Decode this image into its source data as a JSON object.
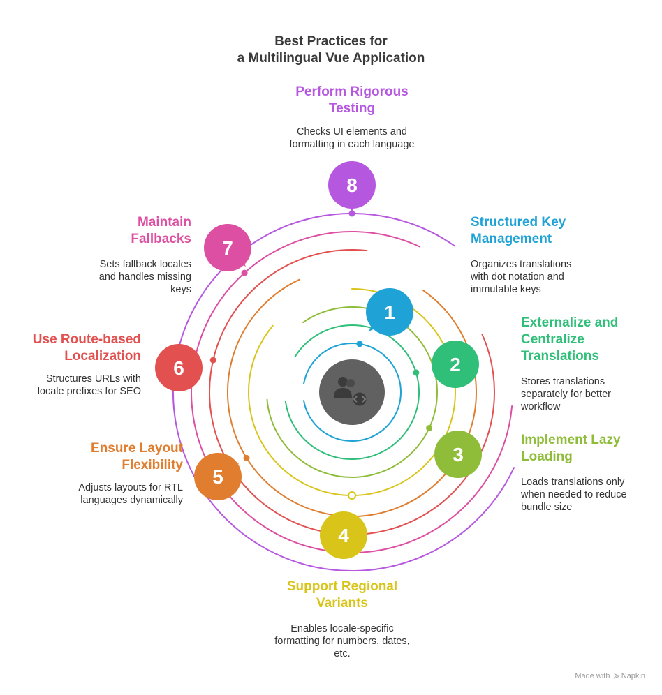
{
  "title": [
    "Best Practices for",
    "a Multilingual Vue Application"
  ],
  "footer": {
    "made_with": "Made with",
    "brand": "Napkin"
  },
  "center_icon": "users-code-icon",
  "items": [
    {
      "number": "1",
      "color": "#1fa3d6",
      "heading": [
        "Structured Key",
        "Management"
      ],
      "description": [
        "Organizes translations",
        "with dot notation and",
        "immutable keys"
      ]
    },
    {
      "number": "2",
      "color": "#2fbf79",
      "heading": [
        "Externalize and",
        "Centralize",
        "Translations"
      ],
      "description": [
        "Stores translations",
        "separately for better",
        "workflow"
      ]
    },
    {
      "number": "3",
      "color": "#8fbd3a",
      "heading": [
        "Implement Lazy",
        "Loading"
      ],
      "description": [
        "Loads translations only",
        "when needed to reduce",
        "bundle size"
      ]
    },
    {
      "number": "4",
      "color": "#d9c51a",
      "heading": [
        "Support Regional",
        "Variants"
      ],
      "description": [
        "Enables locale-specific",
        "formatting for numbers, dates,",
        "etc."
      ]
    },
    {
      "number": "5",
      "color": "#e07d2e",
      "heading": [
        "Ensure Layout",
        "Flexibility"
      ],
      "description": [
        "Adjusts layouts for RTL",
        "languages dynamically"
      ]
    },
    {
      "number": "6",
      "color": "#e25050",
      "heading": [
        "Use Route-based",
        "Localization"
      ],
      "description": [
        "Structures URLs with",
        "locale prefixes for SEO"
      ]
    },
    {
      "number": "7",
      "color": "#dc4fa2",
      "heading": [
        "Maintain",
        "Fallbacks"
      ],
      "description": [
        "Sets fallback locales",
        "and handles missing",
        "keys"
      ]
    },
    {
      "number": "8",
      "color": "#b657e0",
      "heading": [
        "Perform Rigorous",
        "Testing"
      ],
      "description": [
        "Checks UI elements and",
        "formatting in each language"
      ]
    }
  ]
}
